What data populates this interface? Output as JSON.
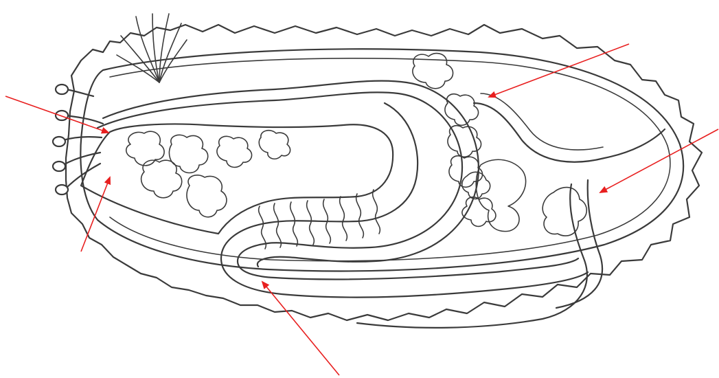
{
  "diagram": {
    "type": "unlabeled anatomical line drawing with pointer arrows",
    "arrow_color": "#e81f1f",
    "ink_color": "#3a3a3a",
    "background": "#ffffff",
    "arrows": [
      {
        "id": "arrow-mouth",
        "labeled": false
      },
      {
        "id": "arrow-pharynx",
        "labeled": false
      },
      {
        "id": "arrow-intestine-loop",
        "labeled": false
      },
      {
        "id": "arrow-gonad-duct",
        "labeled": false
      },
      {
        "id": "arrow-cloaca-duct",
        "labeled": false
      }
    ]
  }
}
